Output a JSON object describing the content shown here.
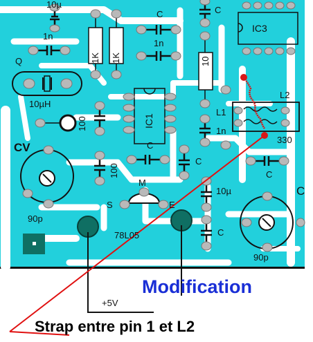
{
  "labels": {
    "c_10u_top": "10µ",
    "c_1n_a": "1n",
    "r_1k_a": "1K",
    "r_1k_b": "1K",
    "c_top_mid": "C",
    "c_1n_b": "1n",
    "c_top_right": "C",
    "ic3": "IC3",
    "r_10": "10",
    "q": "Q",
    "l_10uh": "10µH",
    "r_100_a": "100",
    "ic1": "IC1",
    "l1": "L1",
    "c_1n_c": "1n",
    "l2": "L2",
    "r_330": "330",
    "cv": "CV",
    "c_mid_a": "C",
    "r_100_b": "100",
    "c_mid_b": "C",
    "c_right_b": "C",
    "c_far_right": "C",
    "m": "M",
    "s": "S",
    "e": "E",
    "c_10u_bot": "10µ",
    "c_bot": "C",
    "p90_left": "90p",
    "reg": "78L05",
    "p90_right": "90p"
  },
  "annotations": {
    "supply": "+5V",
    "title": "Modification",
    "caption": "Strap entre pin 1 et L2"
  },
  "colors": {
    "board": "#22d0dc",
    "copper": "#ffffff",
    "pad": "#b9b9b9",
    "pad_dark": "#0f6f63",
    "strap": "#d81818",
    "pointer": "#e01010",
    "title": "#1a2fd6"
  }
}
